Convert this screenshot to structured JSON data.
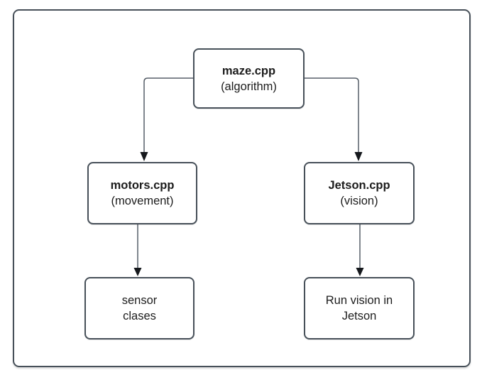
{
  "diagram": {
    "type": "flowchart",
    "nodes": {
      "maze": {
        "title": "maze.cpp",
        "subtitle": "(algorithm)"
      },
      "motors": {
        "title": "motors.cpp",
        "subtitle": "(movement)"
      },
      "jetson": {
        "title": "Jetson.cpp",
        "subtitle": "(vision)"
      },
      "sensor_classes": {
        "line1": "sensor",
        "line2": "clases"
      },
      "run_vision": {
        "line1": "Run vision in",
        "line2": "Jetson"
      }
    },
    "edges": [
      {
        "from": "maze.cpp",
        "to": "motors.cpp"
      },
      {
        "from": "maze.cpp",
        "to": "Jetson.cpp"
      },
      {
        "from": "motors.cpp",
        "to": "sensor clases"
      },
      {
        "from": "Jetson.cpp",
        "to": "Run vision in Jetson"
      }
    ]
  },
  "colors": {
    "canvas_background": "#ffffff",
    "node_background": "#ffffff",
    "node_border": "#475059",
    "connector": "#565f68",
    "arrowhead": "#15181c",
    "text": "#1c1c1c"
  }
}
